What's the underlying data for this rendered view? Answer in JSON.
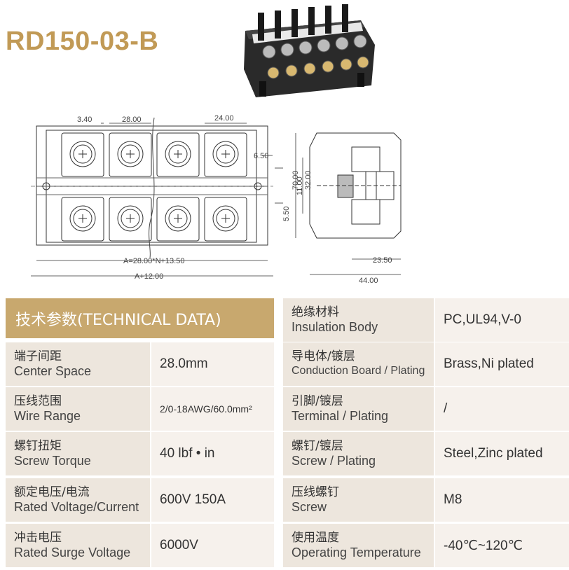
{
  "title": "RD150-03-B",
  "drawing": {
    "dim_340": "3.40",
    "dim_2800": "28.00",
    "dim_2400": "24.00",
    "dim_650": "6.50",
    "dim_1100": "11.00",
    "dim_550": "5.50",
    "dim_7000": "70.00",
    "dim_3200": "32.00",
    "dim_a": "A=28.00*N+13.50",
    "dim_a12": "A+12.00",
    "dim_2350": "23.50",
    "dim_4400": "44.00"
  },
  "specs": {
    "header": "技术参数(TECHNICAL DATA)",
    "left": [
      {
        "cn": "端子间距",
        "en": "Center Space",
        "value": "28.0mm"
      },
      {
        "cn": "压线范围",
        "en": "Wire Range",
        "value": "2/0-18AWG/60.0mm²"
      },
      {
        "cn": "螺钉扭矩",
        "en": "Screw Torque",
        "value": "40 lbf • in"
      },
      {
        "cn": "额定电压/电流",
        "en": "Rated Voltage/Current",
        "value": "600V 150A"
      },
      {
        "cn": "冲击电压",
        "en": "Rated Surge Voltage",
        "value": "6000V"
      }
    ],
    "right": [
      {
        "cn": "绝缘材料",
        "en": "Insulation Body",
        "value": "PC,UL94,V-0"
      },
      {
        "cn": "导电体/镀层",
        "en": "Conduction Board / Plating",
        "value": "Brass,Ni plated"
      },
      {
        "cn": "引脚/镀层",
        "en": "Terminal / Plating",
        "value": "/"
      },
      {
        "cn": "螺钉/镀层",
        "en": "Screw / Plating",
        "value": "Steel,Zinc plated"
      },
      {
        "cn": "压线螺钉",
        "en": "Screw",
        "value": "M8"
      },
      {
        "cn": "使用温度",
        "en": "Operating Temperature",
        "value": "-40℃~120℃"
      }
    ]
  }
}
